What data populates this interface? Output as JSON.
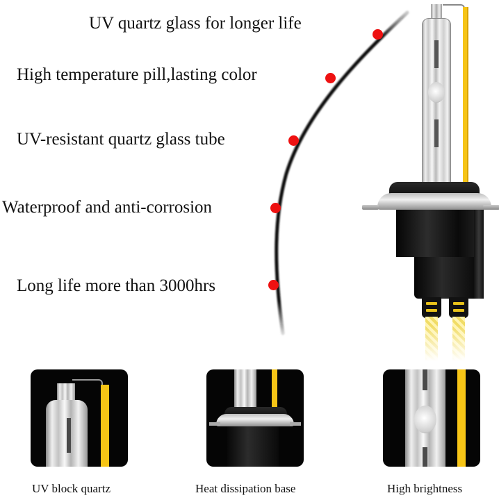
{
  "features": [
    {
      "label": "UV quartz glass for longer life"
    },
    {
      "label": "High temperature pill,lasting color"
    },
    {
      "label": "UV-resistant quartz glass tube"
    },
    {
      "label": "Waterproof and anti-corrosion"
    },
    {
      "label": "Long life more than 3000hrs"
    }
  ],
  "product": {
    "name": "bulb-illustration",
    "colors": {
      "accent_yellow": "#F6C416",
      "dot_red": "#EE1111",
      "base_black": "#111111",
      "flange_silver": "#BDBDBD"
    }
  },
  "thumbnails": [
    {
      "caption": "UV block quartz"
    },
    {
      "caption": "Heat dissipation base"
    },
    {
      "caption": "High brightness"
    }
  ]
}
